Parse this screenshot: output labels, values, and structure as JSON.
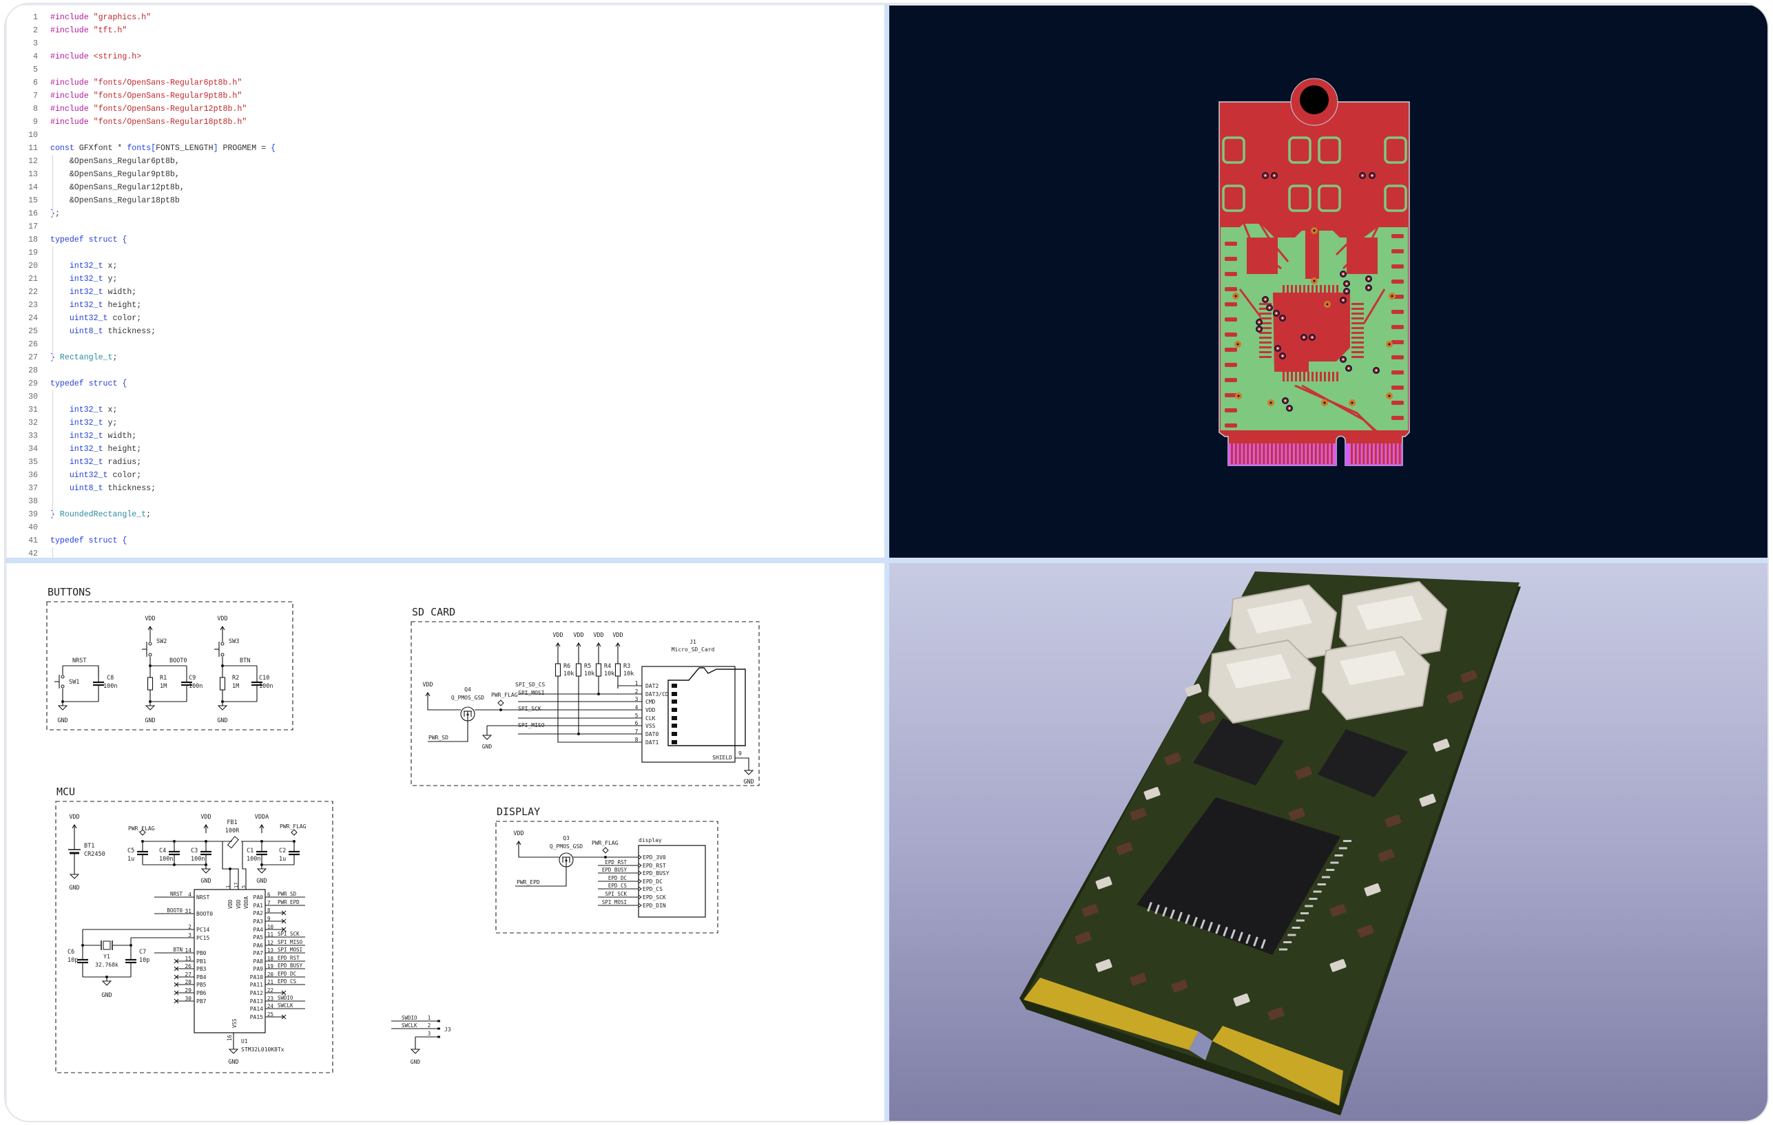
{
  "code": {
    "lines": [
      {
        "n": "1",
        "t": [
          [
            "pp",
            "#include"
          ],
          [
            "p",
            " "
          ],
          [
            "str",
            "\"graphics.h\""
          ]
        ]
      },
      {
        "n": "2",
        "t": [
          [
            "pp",
            "#include"
          ],
          [
            "p",
            " "
          ],
          [
            "str",
            "\"tft.h\""
          ]
        ]
      },
      {
        "n": "3",
        "t": []
      },
      {
        "n": "4",
        "t": [
          [
            "pp",
            "#include"
          ],
          [
            "p",
            " "
          ],
          [
            "str",
            "<string.h>"
          ]
        ]
      },
      {
        "n": "5",
        "t": []
      },
      {
        "n": "6",
        "t": [
          [
            "pp",
            "#include"
          ],
          [
            "p",
            " "
          ],
          [
            "str",
            "\"fonts/OpenSans-Regular6pt8b.h\""
          ]
        ]
      },
      {
        "n": "7",
        "t": [
          [
            "pp",
            "#include"
          ],
          [
            "p",
            " "
          ],
          [
            "str",
            "\"fonts/OpenSans-Regular9pt8b.h\""
          ]
        ]
      },
      {
        "n": "8",
        "t": [
          [
            "pp",
            "#include"
          ],
          [
            "p",
            " "
          ],
          [
            "str",
            "\"fonts/OpenSans-Regular12pt8b.h\""
          ]
        ]
      },
      {
        "n": "9",
        "t": [
          [
            "pp",
            "#include"
          ],
          [
            "p",
            " "
          ],
          [
            "str",
            "\"fonts/OpenSans-Regular18pt8b.h\""
          ]
        ]
      },
      {
        "n": "10",
        "t": []
      },
      {
        "n": "11",
        "t": [
          [
            "kw",
            "const"
          ],
          [
            "p",
            " GFXfont * "
          ],
          [
            "kw",
            "fonts["
          ],
          [
            "p",
            "FONTS_LENGTH"
          ],
          [
            "kw",
            "]"
          ],
          [
            "p",
            " PROGMEM = "
          ],
          [
            "kw",
            "{"
          ]
        ]
      },
      {
        "n": "12",
        "t": [
          [
            "p",
            "    &OpenSans_Regular6pt8b,"
          ]
        ]
      },
      {
        "n": "13",
        "t": [
          [
            "p",
            "    &OpenSans_Regular9pt8b,"
          ]
        ]
      },
      {
        "n": "14",
        "t": [
          [
            "p",
            "    &OpenSans_Regular12pt8b,"
          ]
        ]
      },
      {
        "n": "15",
        "t": [
          [
            "p",
            "    &OpenSans_Regular18pt8b"
          ]
        ]
      },
      {
        "n": "16",
        "t": [
          [
            "kw",
            "}"
          ],
          [
            "p",
            ";"
          ]
        ]
      },
      {
        "n": "17",
        "t": []
      },
      {
        "n": "18",
        "t": [
          [
            "kw",
            "typedef struct {"
          ]
        ]
      },
      {
        "n": "19",
        "t": []
      },
      {
        "n": "20",
        "t": [
          [
            "p",
            "    "
          ],
          [
            "kw",
            "int32_t"
          ],
          [
            "p",
            " x;"
          ]
        ]
      },
      {
        "n": "21",
        "t": [
          [
            "p",
            "    "
          ],
          [
            "kw",
            "int32_t"
          ],
          [
            "p",
            " y;"
          ]
        ]
      },
      {
        "n": "22",
        "t": [
          [
            "p",
            "    "
          ],
          [
            "kw",
            "int32_t"
          ],
          [
            "p",
            " width;"
          ]
        ]
      },
      {
        "n": "23",
        "t": [
          [
            "p",
            "    "
          ],
          [
            "kw",
            "int32_t"
          ],
          [
            "p",
            " height;"
          ]
        ]
      },
      {
        "n": "24",
        "t": [
          [
            "p",
            "    "
          ],
          [
            "kw",
            "uint32_t"
          ],
          [
            "p",
            " color;"
          ]
        ]
      },
      {
        "n": "25",
        "t": [
          [
            "p",
            "    "
          ],
          [
            "kw",
            "uint8_t"
          ],
          [
            "p",
            " thickness;"
          ]
        ]
      },
      {
        "n": "26",
        "t": []
      },
      {
        "n": "27",
        "t": [
          [
            "kw",
            "} "
          ],
          [
            "ty",
            "Rectangle_t"
          ],
          [
            "p",
            ";"
          ]
        ]
      },
      {
        "n": "28",
        "t": []
      },
      {
        "n": "29",
        "t": [
          [
            "kw",
            "typedef struct {"
          ]
        ]
      },
      {
        "n": "30",
        "t": []
      },
      {
        "n": "31",
        "t": [
          [
            "p",
            "    "
          ],
          [
            "kw",
            "int32_t"
          ],
          [
            "p",
            " x;"
          ]
        ]
      },
      {
        "n": "32",
        "t": [
          [
            "p",
            "    "
          ],
          [
            "kw",
            "int32_t"
          ],
          [
            "p",
            " y;"
          ]
        ]
      },
      {
        "n": "33",
        "t": [
          [
            "p",
            "    "
          ],
          [
            "kw",
            "int32_t"
          ],
          [
            "p",
            " width;"
          ]
        ]
      },
      {
        "n": "34",
        "t": [
          [
            "p",
            "    "
          ],
          [
            "kw",
            "int32_t"
          ],
          [
            "p",
            " height;"
          ]
        ]
      },
      {
        "n": "35",
        "t": [
          [
            "p",
            "    "
          ],
          [
            "kw",
            "int32_t"
          ],
          [
            "p",
            " radius;"
          ]
        ]
      },
      {
        "n": "36",
        "t": [
          [
            "p",
            "    "
          ],
          [
            "kw",
            "uint32_t"
          ],
          [
            "p",
            " color;"
          ]
        ]
      },
      {
        "n": "37",
        "t": [
          [
            "p",
            "    "
          ],
          [
            "kw",
            "uint8_t"
          ],
          [
            "p",
            " thickness;"
          ]
        ]
      },
      {
        "n": "38",
        "t": []
      },
      {
        "n": "39",
        "t": [
          [
            "kw",
            "} "
          ],
          [
            "ty",
            "RoundedRectangle_t"
          ],
          [
            "p",
            ";"
          ]
        ]
      },
      {
        "n": "40",
        "t": []
      },
      {
        "n": "41",
        "t": [
          [
            "kw",
            "typedef struct {"
          ]
        ]
      },
      {
        "n": "42",
        "t": []
      }
    ]
  },
  "schematic": {
    "common": {
      "vdd": "VDD",
      "gnd": "GND",
      "pwr_flag": "PWR_FLAG",
      "c100n": "100n",
      "r10k": "10k",
      "r1m": "1M",
      "c1u": "1u",
      "c10p": "10p"
    },
    "buttons": {
      "title": "BUTTONS",
      "sw1": "SW1",
      "sw2": "SW2",
      "sw3": "SW3",
      "nrst": "NRST",
      "boot0": "BOOT0",
      "btn": "BTN",
      "c8": "C8",
      "c9": "C9",
      "c10": "C10",
      "r1": "R1",
      "r2": "R2"
    },
    "sdcard": {
      "title": "SD CARD",
      "r6": "R6",
      "r5": "R5",
      "r4": "R4",
      "r3": "R3",
      "q4": "Q4",
      "q_type": "Q_PMOS_GSD",
      "pwr_sd": "PWR_SD",
      "j1": "J1",
      "j1_type": "Micro_SD_Card",
      "shield": "SHIELD",
      "shield_pin": "9",
      "nets": [
        "SPI_SD_CS",
        "SPI_MOSI",
        "SPI_SCK",
        "SPI_MISO"
      ],
      "pins": [
        [
          "1",
          "DAT2"
        ],
        [
          "2",
          "DAT3/CD"
        ],
        [
          "3",
          "CMD"
        ],
        [
          "4",
          "VDD"
        ],
        [
          "5",
          "CLK"
        ],
        [
          "6",
          "VSS"
        ],
        [
          "7",
          "DAT0"
        ],
        [
          "8",
          "DAT1"
        ]
      ]
    },
    "mcu": {
      "title": "MCU",
      "bt1": "BT1",
      "bt1_type": "CR2450",
      "c5": "C5",
      "c4": "C4",
      "c3": "C3",
      "c1": "C1",
      "c2": "C2",
      "fb1": "FB1",
      "fb1_val": "100R",
      "vdda": "VDDA",
      "c6": "C6",
      "c7": "C7",
      "y1": "Y1",
      "y1_val": "32.768k",
      "u1": "U1",
      "u1_type": "STM32L010K8Tx",
      "pwr_pins": [
        [
          "1",
          "VDD"
        ],
        [
          "17",
          "VDD"
        ],
        [
          "5",
          "VDDA"
        ]
      ],
      "vss": "VSS",
      "vss_pin": "16",
      "left_pins": [
        [
          "4",
          "NRST",
          "NRST"
        ],
        [
          "31",
          "BOOT0",
          "BOOT0"
        ],
        [
          "2",
          "PC14",
          ""
        ],
        [
          "3",
          "PC15",
          ""
        ],
        [
          "14",
          "PB0",
          "BTN"
        ],
        [
          "15",
          "PB1",
          ""
        ],
        [
          "26",
          "PB3",
          ""
        ],
        [
          "27",
          "PB4",
          ""
        ],
        [
          "28",
          "PB5",
          ""
        ],
        [
          "29",
          "PB6",
          ""
        ],
        [
          "30",
          "PB7",
          ""
        ]
      ],
      "right_pins": [
        [
          "6",
          "PA0",
          "PWR_SD"
        ],
        [
          "7",
          "PA1",
          "PWR_EPD"
        ],
        [
          "8",
          "PA2",
          ""
        ],
        [
          "9",
          "PA3",
          ""
        ],
        [
          "10",
          "PA4",
          ""
        ],
        [
          "11",
          "PA5",
          "SPI_SCK"
        ],
        [
          "12",
          "PA6",
          "SPI_MISO"
        ],
        [
          "13",
          "PA7",
          "SPI_MOSI"
        ],
        [
          "18",
          "PA8",
          "EPD_RST"
        ],
        [
          "19",
          "PA9",
          "EPD_BUSY"
        ],
        [
          "20",
          "PA10",
          "EPD_DC"
        ],
        [
          "21",
          "PA11",
          "EPD_CS"
        ],
        [
          "22",
          "PA12",
          ""
        ],
        [
          "23",
          "PA13",
          "SWDIO"
        ],
        [
          "24",
          "PA14",
          "SWCLK"
        ],
        [
          "25",
          "PA15",
          ""
        ]
      ]
    },
    "display": {
      "title": "DISPLAY",
      "q3": "Q3",
      "q_type": "Q_PMOS_GSD",
      "pwr_epd": "PWR_EPD",
      "block": "display",
      "nets": [
        "EPD_RST",
        "EPD_BUSY",
        "EPD_DC",
        "EPD_CS",
        "SPI_SCK",
        "SPI_MOSI"
      ],
      "pins": [
        "EPD_3V0",
        "EPD_RST",
        "EPD_BUSY",
        "EPD_DC",
        "EPD_CS",
        "EPD_SCK",
        "EPD_DIN"
      ]
    },
    "j3": {
      "ref": "J3",
      "nets": [
        [
          "1",
          "SWDIO"
        ],
        [
          "2",
          "SWCLK"
        ],
        [
          "3",
          ""
        ]
      ]
    }
  },
  "colors": {
    "pcb_bg": "#020f24",
    "copper_top": "#c83236",
    "copper_bottom": "#7ec880",
    "fingers": "#d45ef0",
    "board_3d": "#2e3a1c",
    "gold": "#c9a825",
    "selection": "#cfe0f8"
  }
}
